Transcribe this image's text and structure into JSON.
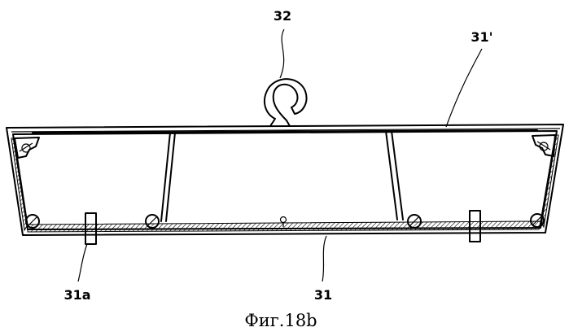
{
  "labels": {
    "hook": "32",
    "cover": "31'",
    "clip": "31a",
    "body": "31"
  },
  "caption": "Фиг.18b"
}
